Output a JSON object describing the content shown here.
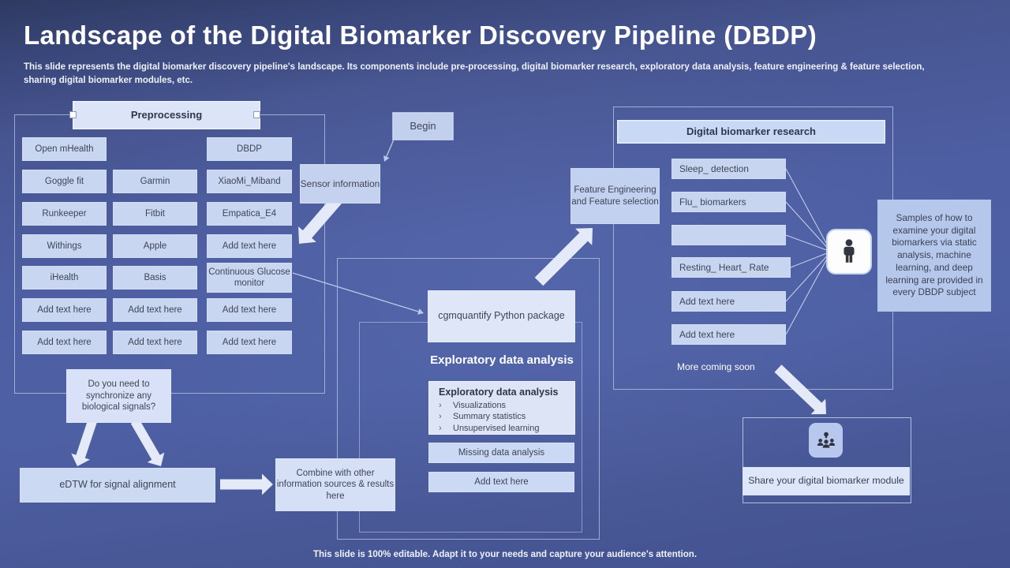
{
  "slide": {
    "title": "Landscape of the Digital Biomarker Discovery Pipeline (DBDP)",
    "subtitle": "This slide represents the digital biomarker discovery pipeline's landscape. Its components include pre-processing, digital biomarker research, exploratory data analysis, feature engineering & feature selection, sharing digital biomarker modules, etc.",
    "footer": "This slide is 100% editable. Adapt it to your needs and capture your audience's attention."
  },
  "preprocessing": {
    "header": "Preprocessing",
    "grid": [
      [
        "Open mHealth",
        "",
        "DBDP"
      ],
      [
        "Goggle fit",
        "Garmin",
        "XiaoMi_Miband"
      ],
      [
        "Runkeeper",
        "Fitbit",
        "Empatica_E4"
      ],
      [
        "Withings",
        "Apple",
        "Add text here"
      ],
      [
        "iHealth",
        "Basis",
        "Continuous Glucose monitor"
      ],
      [
        "Add text here",
        "Add text here",
        "Add text here"
      ],
      [
        "Add text here",
        "Add text here",
        "Add text here"
      ]
    ]
  },
  "flow": {
    "begin": "Begin",
    "sensor_information": "Sensor information",
    "sync_question": "Do you need to synchronize any biological signals?",
    "edtw": "eDTW for signal alignment",
    "combine": "Combine with other information sources & results here",
    "cgmquantify": "cgmquantify Python package",
    "feature_engineering": "Feature Engineering and Feature selection"
  },
  "eda": {
    "heading": "Exploratory data analysis",
    "box_title": "Exploratory data analysis",
    "bullet_char": "›",
    "bullets": [
      "Visualizations",
      "Summary statistics",
      "Unsupervised learning"
    ],
    "missing": "Missing data analysis",
    "add_text": "Add text here"
  },
  "research": {
    "header": "Digital biomarker research",
    "items": [
      "Sleep_ detection",
      "Flu_ biomarkers",
      "",
      "Resting_ Heart_ Rate",
      "Add text here",
      "Add text here"
    ],
    "more": "More coming soon",
    "samples_note": "Samples of how to examine your digital biomarkers via static analysis, machine learning, and deep learning are provided in every DBDP subject",
    "person_icon": "person-icon"
  },
  "share": {
    "label": "Share your digital biomarker module",
    "icon": "team-idea-icon"
  },
  "colors": {
    "background_top": "#2e3a61",
    "background_main": "#4d5ea2",
    "box_fill": "#c9d6f1",
    "box_fill_light": "#dce5f8",
    "samples_fill": "#b6c7ec",
    "arrow_fill": "#e4eaf8",
    "text_dark": "#3e4556",
    "text_light": "#ffffff"
  }
}
